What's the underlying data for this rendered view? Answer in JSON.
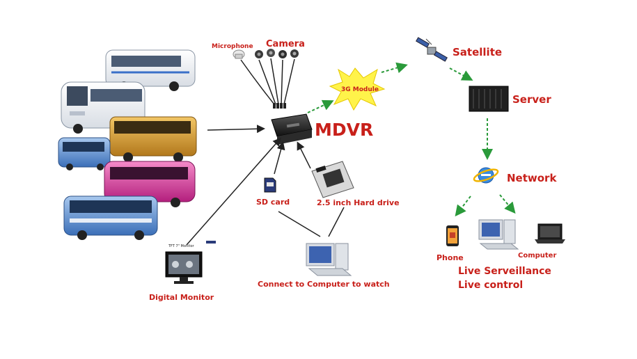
{
  "labels": {
    "mdvr": "MDVR",
    "microphone": "Microphone",
    "camera": "Camera",
    "module3g": "3G Module",
    "satellite": "Satellite",
    "server": "Server",
    "network": "Network",
    "phone": "Phone",
    "computer": "Computer",
    "live_surveillance": "Live Serveillance",
    "live_control": "Live control",
    "sd_card": "SD card",
    "hard_drive": "2.5 inch Hard drive",
    "connect_computer": "Connect to Computer to watch",
    "digital_monitor": "Digital Monitor",
    "monitor_caption": "TFT 7\" Monitor"
  },
  "colors": {
    "label_red": "#c8201a",
    "arrow_green": "#2a9a3a",
    "line_black": "#222222",
    "starburst": "#fff34a"
  },
  "icons": [
    "bus-icon",
    "microphone-icon",
    "camera-icon",
    "mdvr-device-icon",
    "satellite-icon",
    "server-icon",
    "network-globe-icon",
    "phone-icon",
    "desktop-computer-icon",
    "laptop-icon",
    "sd-card-icon",
    "hard-drive-icon",
    "monitor-icon"
  ]
}
